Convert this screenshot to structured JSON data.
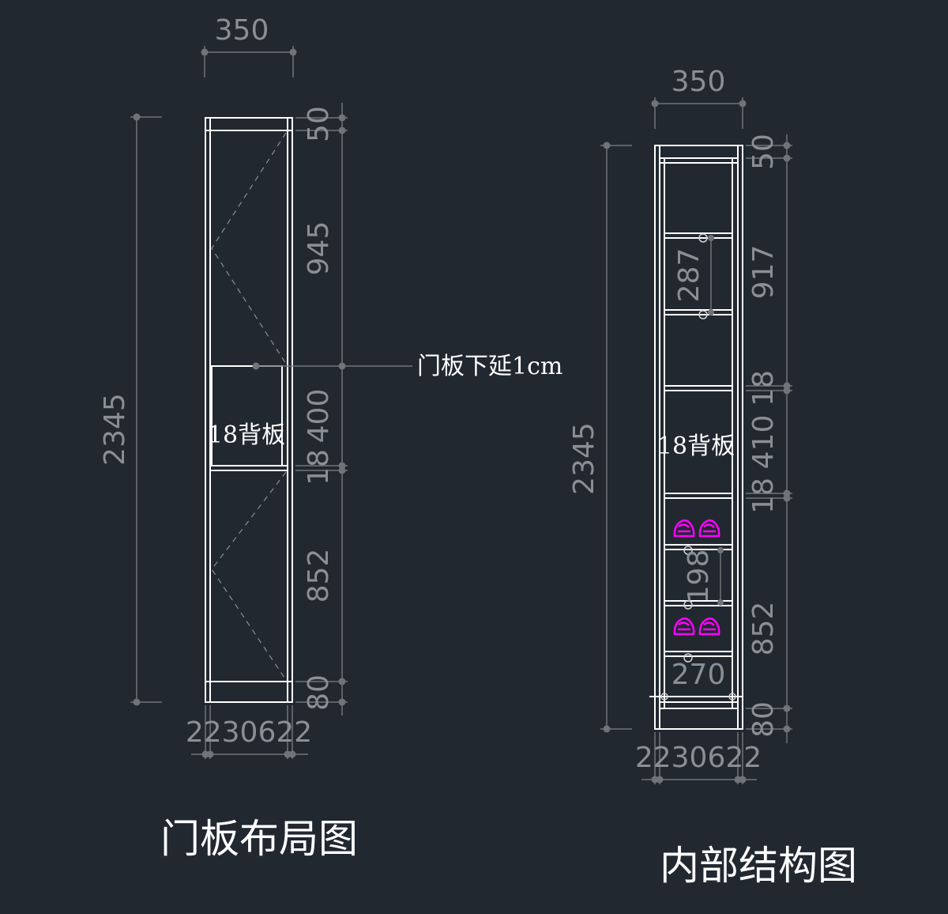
{
  "diagram": {
    "left": {
      "title": "门板布局图",
      "width_label": "350",
      "height_label": "2345",
      "segments": [
        "50",
        "945",
        "400",
        "18",
        "852",
        "80"
      ],
      "note": "门板下延1cm",
      "panel_label": "18背板",
      "bottom_label": "2230622"
    },
    "right": {
      "title": "内部结构图",
      "width_label": "350",
      "height_label": "2345",
      "segments": [
        "50",
        "917",
        "18",
        "410",
        "18",
        "852",
        "80"
      ],
      "inner_labels": [
        "287",
        "198",
        "270"
      ],
      "panel_label": "18背板",
      "bottom_label": "2230622"
    }
  },
  "colors": {
    "background": "#212830",
    "line": "#ffffff",
    "dimension": "#8a8f94",
    "shoe_icon": "#ff00ff"
  }
}
